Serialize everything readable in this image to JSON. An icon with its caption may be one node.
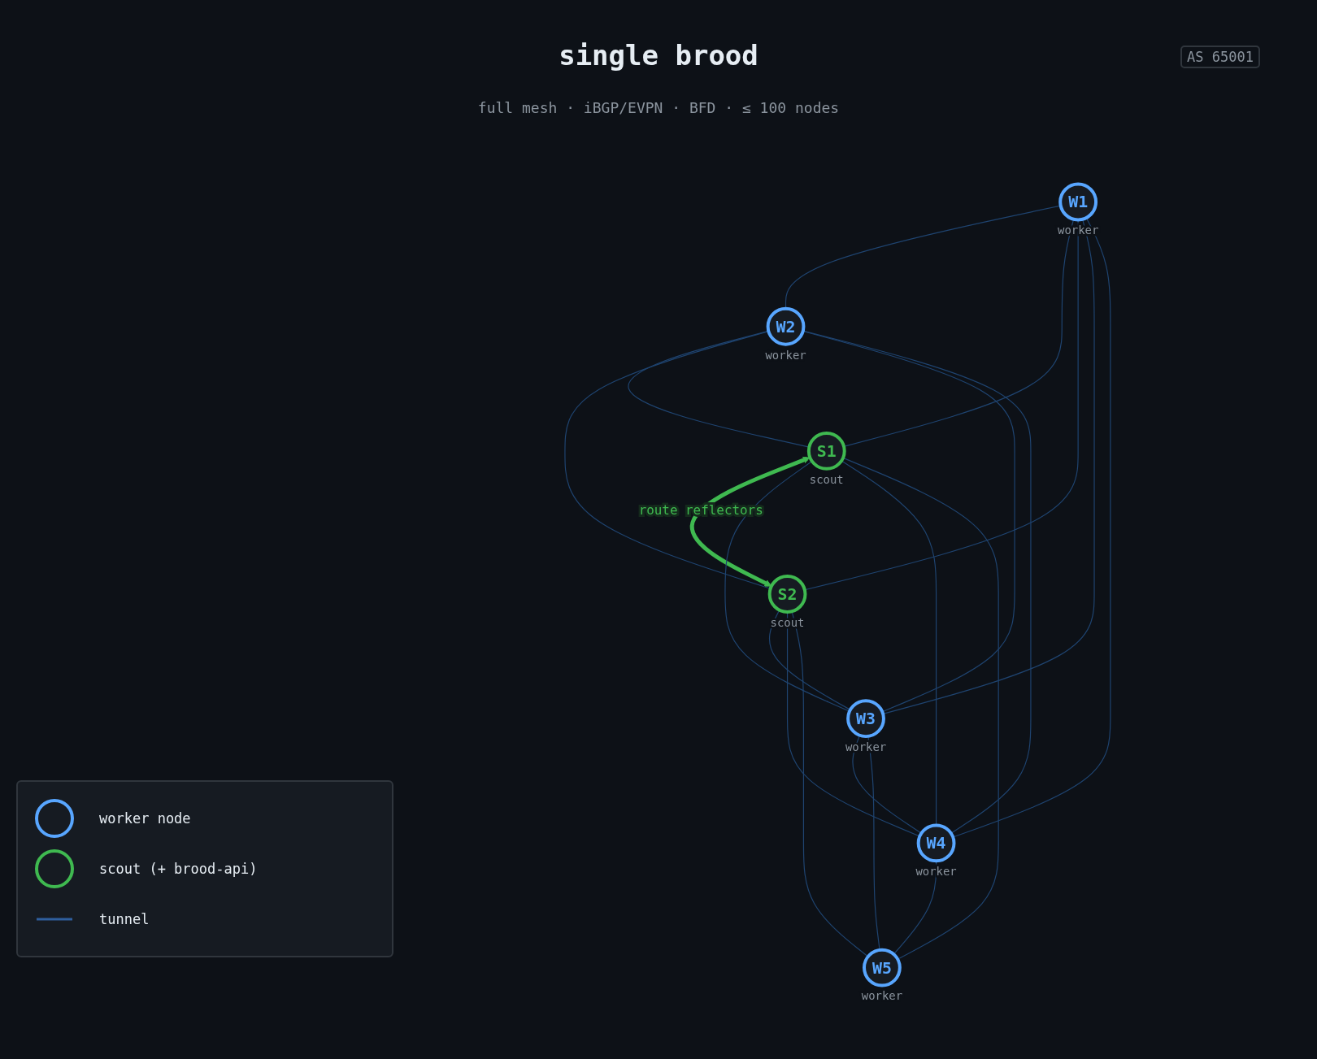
{
  "diagram": {
    "title": "single brood",
    "caption": "full mesh · iBGP/EVPN · BFD · ≤ 100 nodes",
    "nodes": [
      {
        "text": [
          "W1"
        ],
        "beside": [
          "worker"
        ]
      },
      {
        "text": [
          "W2"
        ],
        "beside": [
          "worker"
        ]
      },
      {
        "text": [
          "S1"
        ],
        "beside": [
          "scout"
        ]
      },
      {
        "text": [
          "S2"
        ],
        "beside": [
          "scout"
        ]
      },
      {
        "text": [
          "W3"
        ],
        "beside": [
          "worker"
        ]
      },
      {
        "text": [
          "W4"
        ],
        "beside": [
          "worker"
        ]
      },
      {
        "text": [
          "W5"
        ],
        "beside": [
          "worker"
        ]
      }
    ],
    "edges": [
      {
        "from": 0,
        "to": 1,
        "arrow": "none"
      },
      {
        "from": 0,
        "to": 2,
        "arrow": "none"
      },
      {
        "from": 0,
        "to": 3,
        "arrow": "none"
      },
      {
        "from": 0,
        "to": 4,
        "arrow": "none"
      },
      {
        "from": 0,
        "to": 5,
        "arrow": "none"
      },
      {
        "from": 1,
        "to": 2,
        "arrow": "none"
      },
      {
        "from": 1,
        "to": 3,
        "arrow": "none"
      },
      {
        "from": 1,
        "to": 4,
        "arrow": "none"
      },
      {
        "from": 1,
        "to": 5,
        "arrow": "none"
      },
      {
        "from": 2,
        "to": 3,
        "arrow": "both",
        "label": "route reflectors",
        "style": "thick",
        "color": "#3fb950"
      },
      {
        "from": 2,
        "to": 4,
        "arrow": "none"
      },
      {
        "from": 2,
        "to": 5,
        "arrow": "none"
      },
      {
        "from": 2,
        "to": 6,
        "arrow": "none"
      },
      {
        "from": 3,
        "to": 4,
        "arrow": "none"
      },
      {
        "from": 3,
        "to": 5,
        "arrow": "none"
      },
      {
        "from": 3,
        "to": 6,
        "arrow": "none"
      },
      {
        "from": 4,
        "to": 5,
        "arrow": "none"
      },
      {
        "from": 4,
        "to": 6,
        "arrow": "none"
      },
      {
        "from": 5,
        "to": 6,
        "arrow": "none"
      }
    ],
    "labels": [
      "AS 65001"
    ],
    "legend": [
      {
        "text": "worker node"
      },
      {
        "text": "scout (+ brood-api)"
      },
      {
        "text": "tunnel"
      }
    ]
  }
}
